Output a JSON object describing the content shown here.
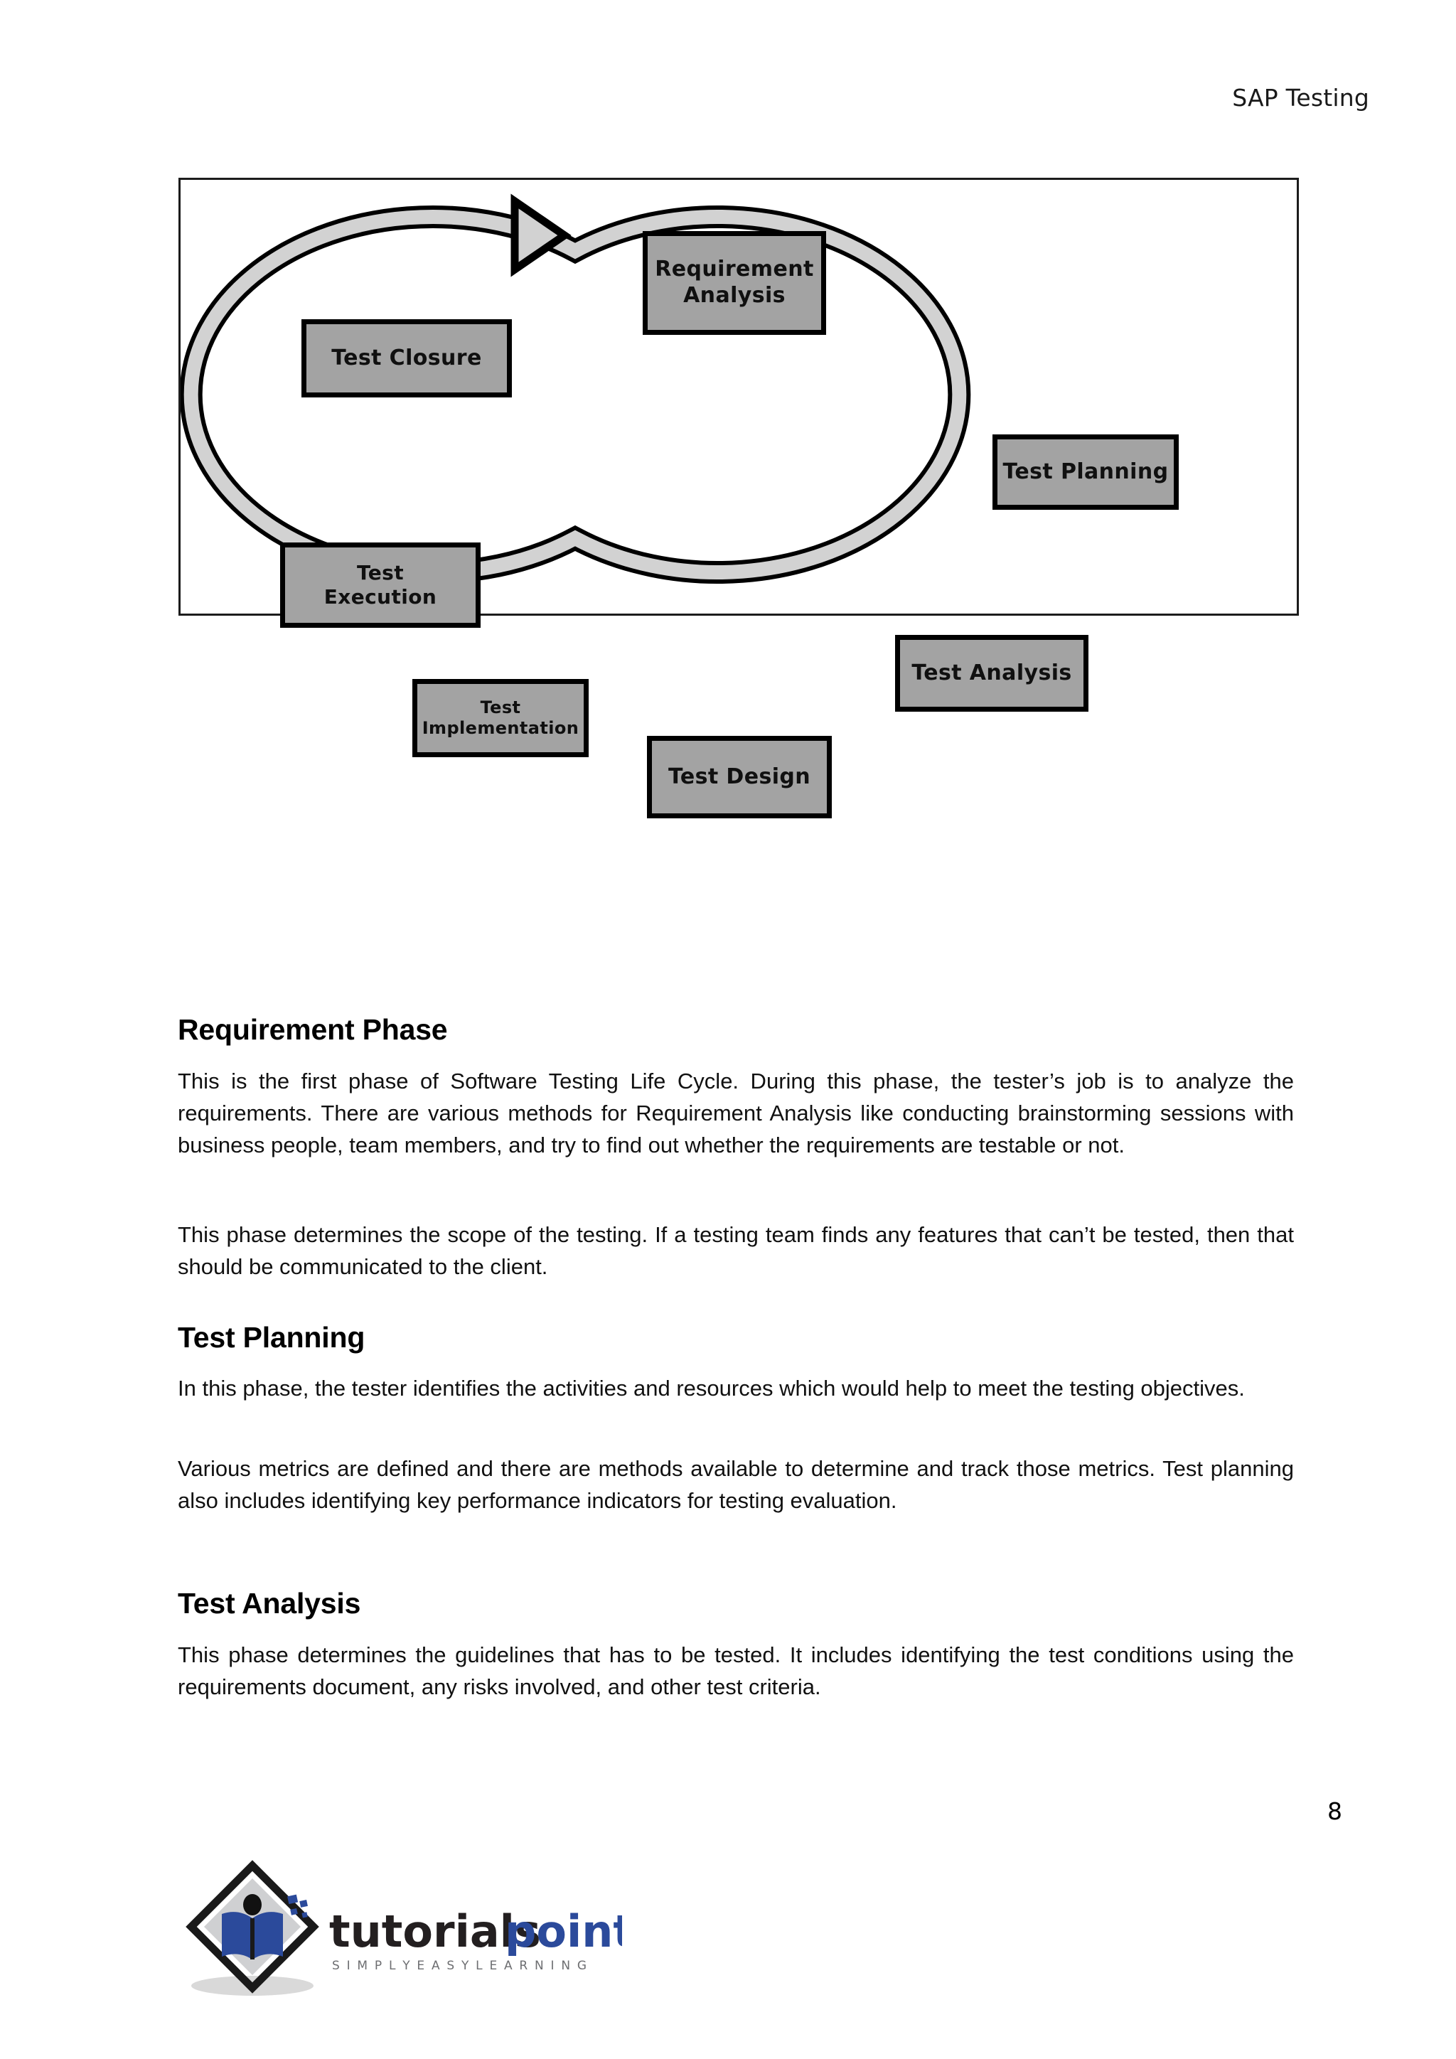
{
  "document": {
    "header_title": "SAP Testing",
    "page_number": "8"
  },
  "figure": {
    "caption": "",
    "type": "cycle-diagram",
    "flow_direction": "clockwise",
    "nodes": [
      {
        "id": "requirement-analysis",
        "label": "Requirement\nAnalysis"
      },
      {
        "id": "test-planning",
        "label": "Test Planning"
      },
      {
        "id": "test-analysis",
        "label": "Test Analysis"
      },
      {
        "id": "test-design",
        "label": "Test Design"
      },
      {
        "id": "test-implementation",
        "label": "Test\nImplementation"
      },
      {
        "id": "test-execution",
        "label": "Test\nExecution"
      },
      {
        "id": "test-closure",
        "label": "Test Closure"
      }
    ],
    "colors": {
      "box_fill": "#a3a3a3",
      "box_border": "#000000",
      "ring_fill": "#d2d2d2",
      "ring_stroke": "#000000",
      "frame_border": "#1c1c1c"
    }
  },
  "sections": [
    {
      "id": "requirement-phase",
      "title": "Requirement Phase",
      "paragraphs": [
        "This is the first phase of Software Testing Life Cycle. During this phase, the tester’s job is to analyze the requirements. There are various methods for Requirement Analysis like conducting brainstorming sessions with business people, team members, and try to find out whether the requirements are testable or not.",
        "This phase determines the scope of the testing. If a testing team finds any features that can’t be tested, then that should be communicated to the client."
      ]
    },
    {
      "id": "test-planning",
      "title": "Test Planning",
      "paragraphs": [
        "In this phase, the tester identifies the activities and resources which would help to meet the testing objectives.",
        "Various metrics are defined and there are methods available to determine and track those metrics. Test planning also includes identifying key performance indicators for testing evaluation."
      ]
    },
    {
      "id": "test-analysis",
      "title": "Test Analysis",
      "paragraphs": [
        "This phase determines the guidelines that has to be tested. It includes identifying the test conditions using the requirements document, any risks involved, and other test criteria."
      ]
    }
  ],
  "footer": {
    "logo": {
      "word_one": "tutorials",
      "word_two": "point",
      "tagline": "S I M P L Y E A S Y L E A R N I N G",
      "brand_blue": "#2b4a9b",
      "brand_black": "#231f20"
    }
  }
}
